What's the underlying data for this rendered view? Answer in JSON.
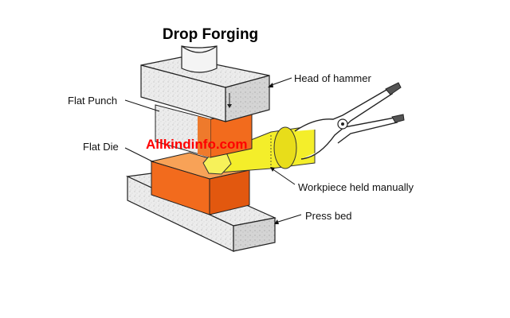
{
  "title": "Drop Forging",
  "watermark": "Allkindinfo.com",
  "labels": {
    "head_of_hammer": "Head of hammer",
    "flat_punch": "Flat Punch",
    "flat_die": "Flat Die",
    "workpiece": "Workpiece held manually",
    "press_bed": "Press bed"
  },
  "colors": {
    "hot_metal": "#f26b1d",
    "workpiece": "#f4ee2a",
    "steel": "#e6e6e6",
    "watermark": "#ff0000"
  }
}
